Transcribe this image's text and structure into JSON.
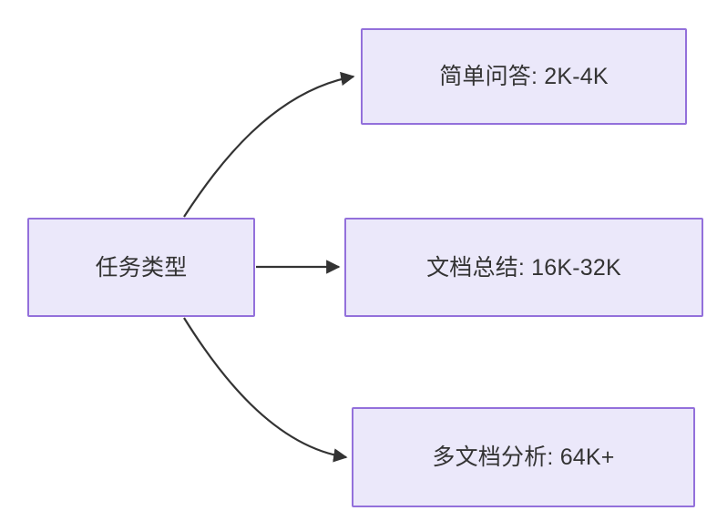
{
  "diagram": {
    "type": "flowchart",
    "direction": "left-to-right",
    "background_color": "#ffffff",
    "node_fill_color": "#ebe8fa",
    "node_border_color": "#9370db",
    "node_text_color": "#333333",
    "edge_color": "#333333",
    "nodes": [
      {
        "id": "root",
        "label": "任务类型",
        "role": "source"
      },
      {
        "id": "simple-qa",
        "label": "简单问答: 2K-4K",
        "role": "target"
      },
      {
        "id": "doc-sum",
        "label": "文档总结: 16K-32K",
        "role": "target"
      },
      {
        "id": "multi-doc",
        "label": "多文档分析: 64K+",
        "role": "target"
      }
    ],
    "edges": [
      {
        "id": "edge-root-simple-qa",
        "from": "root",
        "to": "simple-qa",
        "label": "",
        "style": "curved-arrow"
      },
      {
        "id": "edge-root-doc-sum",
        "from": "root",
        "to": "doc-sum",
        "label": "",
        "style": "straight-arrow"
      },
      {
        "id": "edge-root-multi-doc",
        "from": "root",
        "to": "multi-doc",
        "label": "",
        "style": "curved-arrow"
      }
    ]
  }
}
